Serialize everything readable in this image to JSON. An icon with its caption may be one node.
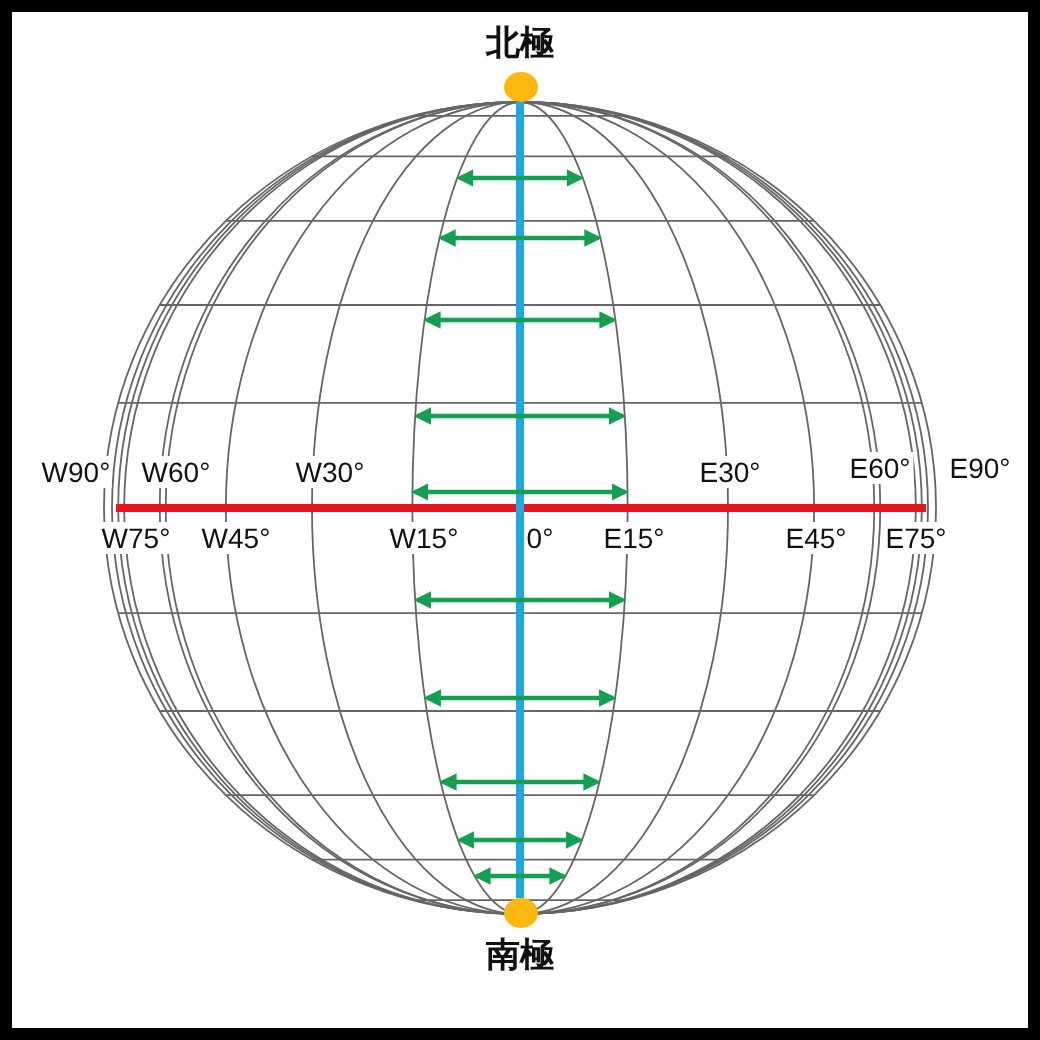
{
  "diagram": {
    "nodes": [
      {
        "text": [
          "北極"
        ]
      },
      {
        "text": [
          "南極"
        ]
      }
    ],
    "edges": [
      {
        "from": 0,
        "to": 1,
        "arrow": "none"
      }
    ],
    "labels": [
      "W90°",
      "W60°",
      "W30°",
      "E30°",
      "E60°",
      "E90°",
      "W75°",
      "W45°",
      "W15°",
      "0°",
      "E15°",
      "E45°",
      "E75°"
    ]
  }
}
